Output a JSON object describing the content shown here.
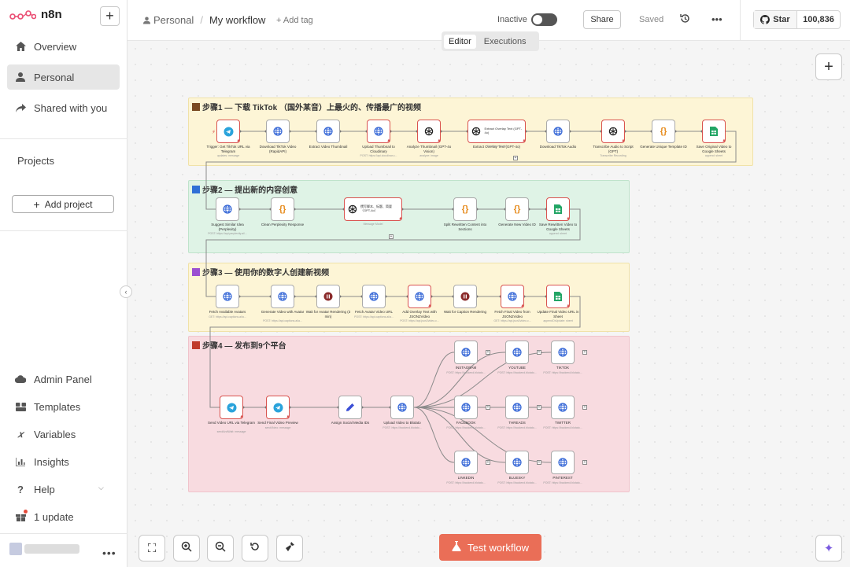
{
  "app": {
    "logo_text": "n8n"
  },
  "sidebar": {
    "items": [
      {
        "label": "Overview",
        "icon": "home-icon"
      },
      {
        "label": "Personal",
        "icon": "user-icon"
      },
      {
        "label": "Shared with you",
        "icon": "share-icon"
      }
    ],
    "projects_heading": "Projects",
    "add_project_label": "Add project",
    "bottom_items": [
      {
        "label": "Admin Panel",
        "icon": "cloud-icon"
      },
      {
        "label": "Templates",
        "icon": "templates-icon"
      },
      {
        "label": "Variables",
        "icon": "variables-icon"
      },
      {
        "label": "Insights",
        "icon": "insights-icon"
      },
      {
        "label": "Help",
        "icon": "help-icon"
      },
      {
        "label": "1 update",
        "icon": "gift-icon"
      }
    ]
  },
  "header": {
    "breadcrumb_project": "Personal",
    "breadcrumb_sep": "/",
    "workflow_name": "My workflow",
    "add_tag": "+ Add tag",
    "status_label": "Inactive",
    "share_label": "Share",
    "saved_label": "Saved",
    "github_star_label": "Star",
    "github_star_count": "100,836"
  },
  "view_tabs": [
    {
      "label": "Editor",
      "active": true
    },
    {
      "label": "Executions",
      "active": false
    }
  ],
  "sections": [
    {
      "title": "步骤1 — 下载 TikTok （国外某音）上最火的、传播最广的视频",
      "color": "#7a4a22"
    },
    {
      "title": "步骤2 — 提出新的内容创意",
      "color": "#2f6fd6"
    },
    {
      "title": "步骤3 — 使用你的数字人创建新视频",
      "color": "#9b4fd1"
    },
    {
      "title": "步骤4 — 发布到9个平台",
      "color": "#c0392b"
    }
  ],
  "nodes": {
    "s1": [
      {
        "label": "Trigger: Get TikTok URL via Telegram",
        "sub": "updates: message",
        "icon": "telegram-icon",
        "warn": true
      },
      {
        "label": "Download TikTok Video (RapidAPI)",
        "sub": "",
        "icon": "globe-icon",
        "warn": false
      },
      {
        "label": "Extract Video Thumbnail",
        "sub": "",
        "icon": "globe-icon",
        "warn": false
      },
      {
        "label": "Upload Thumbnail to Cloudinary",
        "sub": "POST: https://api.cloudinar.c...",
        "icon": "globe-icon",
        "warn": true
      },
      {
        "label": "Analyze Thumbnail (GPT-4o Vision)",
        "sub": "analyze: image",
        "icon": "openai-icon",
        "warn": true
      },
      {
        "label": "Extract Overlay Text (GPT-4o)",
        "sub": "Message Model",
        "icon": "openai-icon",
        "warn": true
      },
      {
        "label": "Download TikTok Audio",
        "sub": "",
        "icon": "globe-icon",
        "warn": false
      },
      {
        "label": "Transcribe Audio to Script (GPT)",
        "sub": "Transcribe Recording",
        "icon": "openai-icon",
        "warn": true
      },
      {
        "label": "Generate Unique Template ID",
        "sub": "",
        "icon": "code-icon",
        "warn": false
      },
      {
        "label": "Save Original Video to Google Sheets",
        "sub": "append: sheet",
        "icon": "sheets-icon",
        "warn": true
      }
    ],
    "s2": [
      {
        "label": "Suggest Similar Idea (Perplexity)",
        "sub": "POST: https://api.perplexity.ai/...",
        "icon": "globe-icon",
        "warn": false
      },
      {
        "label": "Clean Perplexity Response",
        "sub": "",
        "icon": "code-icon",
        "warn": false
      },
      {
        "label": "撰写脚本、标题、简要（GPT-4o）",
        "sub": "Message Model",
        "icon": "openai-icon",
        "warn": true
      },
      {
        "label": "Split Rewritten Content into Sections",
        "sub": "",
        "icon": "code-icon",
        "warn": false
      },
      {
        "label": "Generate New Video ID",
        "sub": "",
        "icon": "code-icon",
        "warn": false
      },
      {
        "label": "Save Rewritten Video to Google Sheets",
        "sub": "append: sheet",
        "icon": "sheets-icon",
        "warn": true
      }
    ],
    "s3": [
      {
        "label": "Fetch Available Avatars",
        "sub": "GET: https://api.captions.ai/a...",
        "icon": "globe-icon",
        "warn": false
      },
      {
        "label": "Generate Video with Avatar",
        "sub": "POST: https://api.captions.ai/a...",
        "icon": "globe-icon",
        "warn": false
      },
      {
        "label": "Wait for Avatar Rendering (3 min)",
        "sub": "",
        "icon": "pause-icon",
        "warn": false
      },
      {
        "label": "Fetch Avatar Video URL",
        "sub": "POST: https://api.captions.ai/a...",
        "icon": "globe-icon",
        "warn": false
      },
      {
        "label": "Add Overlay Text with JSON2Video",
        "sub": "POST: https://api.json2video.c...",
        "icon": "globe-icon",
        "warn": true
      },
      {
        "label": "Wait for Caption Rendering",
        "sub": "",
        "icon": "pause-icon",
        "warn": false
      },
      {
        "label": "Fetch Final Video from JSON2Video",
        "sub": "GET: https://api.json2video.c...",
        "icon": "globe-icon",
        "warn": true
      },
      {
        "label": "Update Final Video URL in Sheet",
        "sub": "appendOrUpdate: sheet",
        "icon": "sheets-icon",
        "warn": true
      }
    ],
    "s4_chain": [
      {
        "label": "Send Video URL via Telegram",
        "sub": "sendAndWait: message",
        "icon": "telegram-icon",
        "warn": true
      },
      {
        "label": "Send Final Video Preview",
        "sub": "sendVideo: message",
        "icon": "telegram-icon",
        "warn": true
      },
      {
        "label": "Assign Social Media IDs",
        "sub": "",
        "icon": "pen-icon",
        "warn": false
      },
      {
        "label": "Upload Video to Blotato",
        "sub": "POST: https://backend.blotato...",
        "icon": "globe-icon",
        "warn": false
      }
    ],
    "s4_platforms": [
      {
        "label": "INSTAGRAM",
        "sub": "POST: https://backend.blotato..."
      },
      {
        "label": "YOUTUBE",
        "sub": "POST: https://backend.blotato..."
      },
      {
        "label": "TIKTOK",
        "sub": "POST: https://backend.blotato..."
      },
      {
        "label": "FACEBOOK",
        "sub": "POST: https://backend.blotato..."
      },
      {
        "label": "THREADS",
        "sub": "POST: https://backend.blotato..."
      },
      {
        "label": "TWITTER",
        "sub": "POST: https://backend.blotato..."
      },
      {
        "label": "LINKEDIN",
        "sub": "POST: https://backend.blotato..."
      },
      {
        "label": "BLUESKY",
        "sub": "POST: https://backend.blotato..."
      },
      {
        "label": "PINTEREST",
        "sub": "POST: https://backend.blotato..."
      }
    ]
  },
  "bottom": {
    "test_workflow_label": "Test workflow"
  }
}
